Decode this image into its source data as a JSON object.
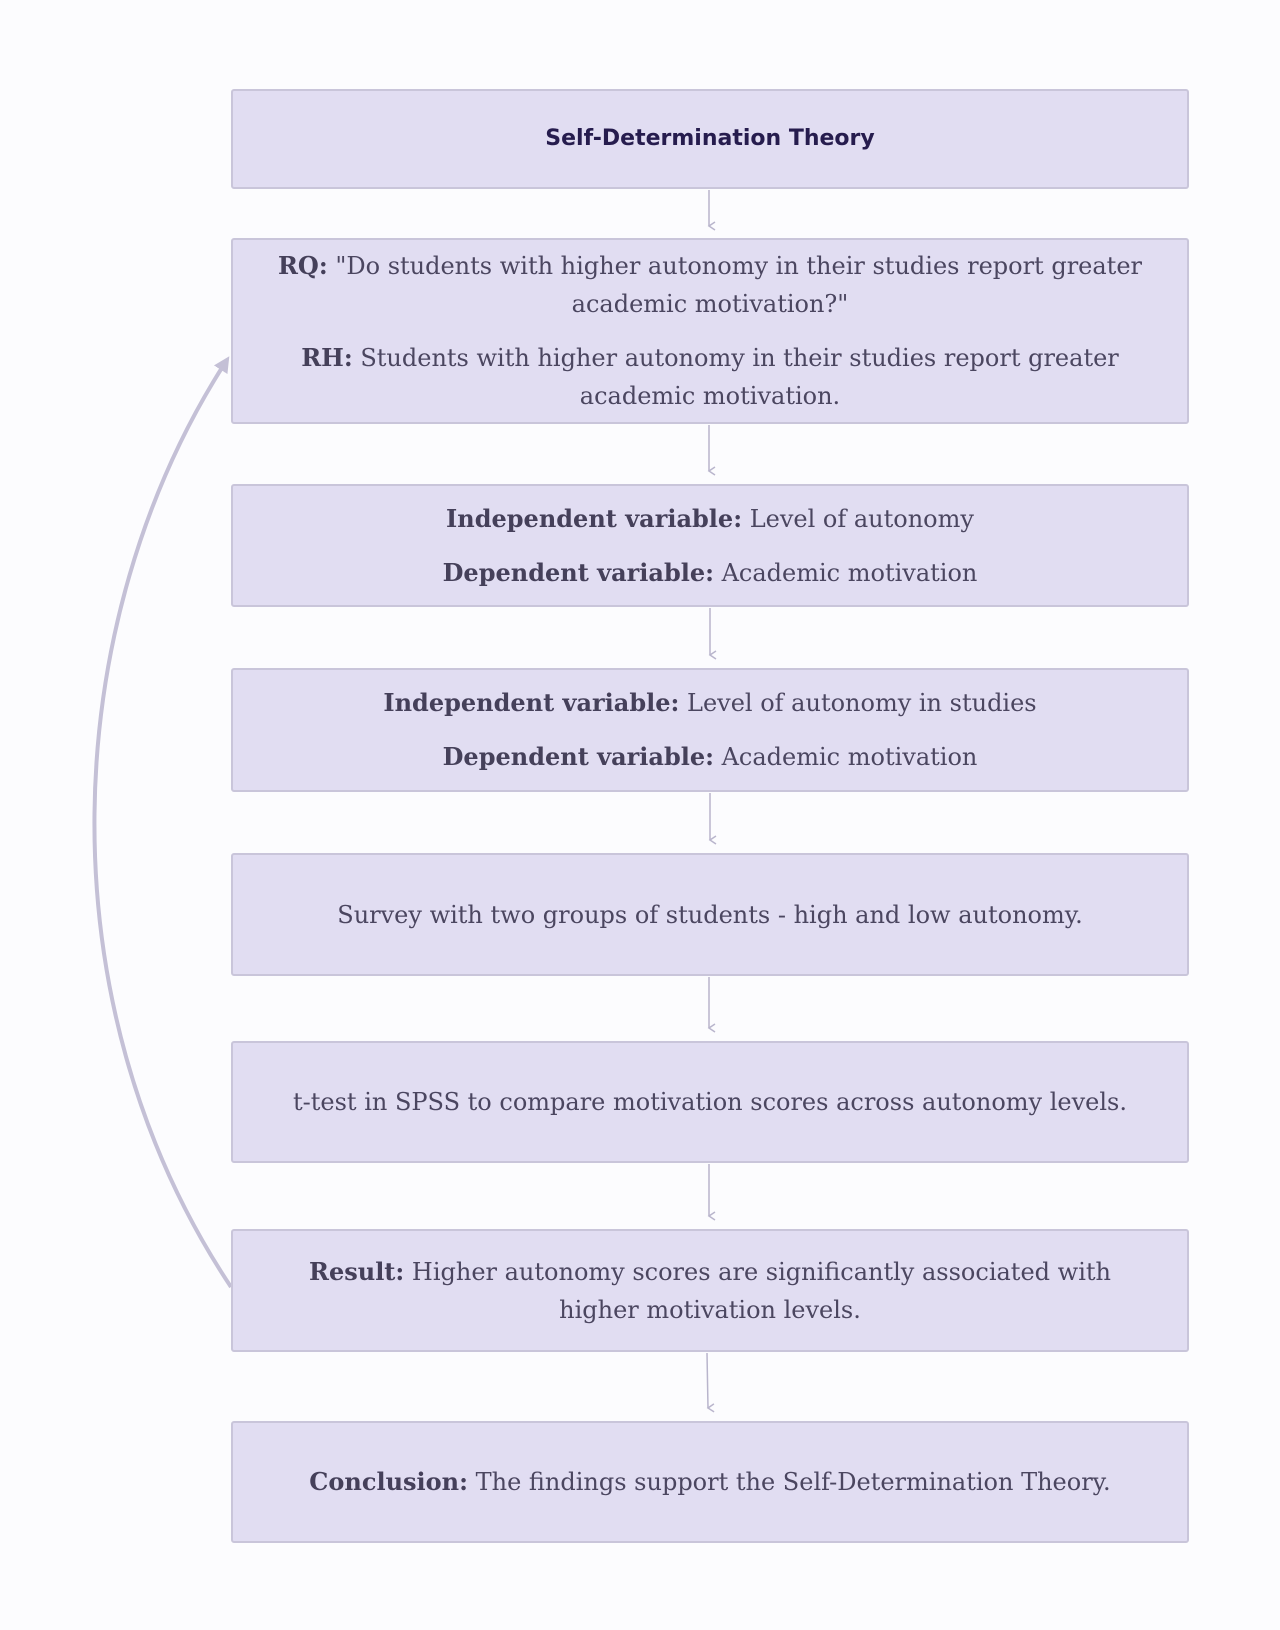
{
  "title": "Self-Determination Theory",
  "steps": [
    {
      "rq_label": "RQ:",
      "rq_text": " \"Do students with higher autonomy in their studies report greater academic motivation?\"",
      "rh_label": "RH:",
      "rh_text": " Students with higher autonomy in their studies report greater academic motivation."
    },
    {
      "iv_label": "Independent variable:",
      "iv_text": " Level of autonomy",
      "dv_label": "Dependent variable:",
      "dv_text": " Academic motivation"
    },
    {
      "iv_label": "Independent variable:",
      "iv_text": " Level of autonomy in studies",
      "dv_label": "Dependent variable:",
      "dv_text": " Academic motivation"
    },
    {
      "text": "Survey with two groups of students - high and low autonomy."
    },
    {
      "text": "t-test in SPSS to compare motivation scores across autonomy levels."
    },
    {
      "label": "Result:",
      "text": " Higher autonomy scores are significantly associated with higher motivation levels."
    },
    {
      "label": "Conclusion:",
      "text": " The findings support the Self-Determination Theory."
    }
  ],
  "colors": {
    "box_fill": "#e1ddf2",
    "box_border": "#c9c5da",
    "arrow": "#c4c0d6",
    "title": "#261c4e",
    "text": "#4b4660"
  }
}
